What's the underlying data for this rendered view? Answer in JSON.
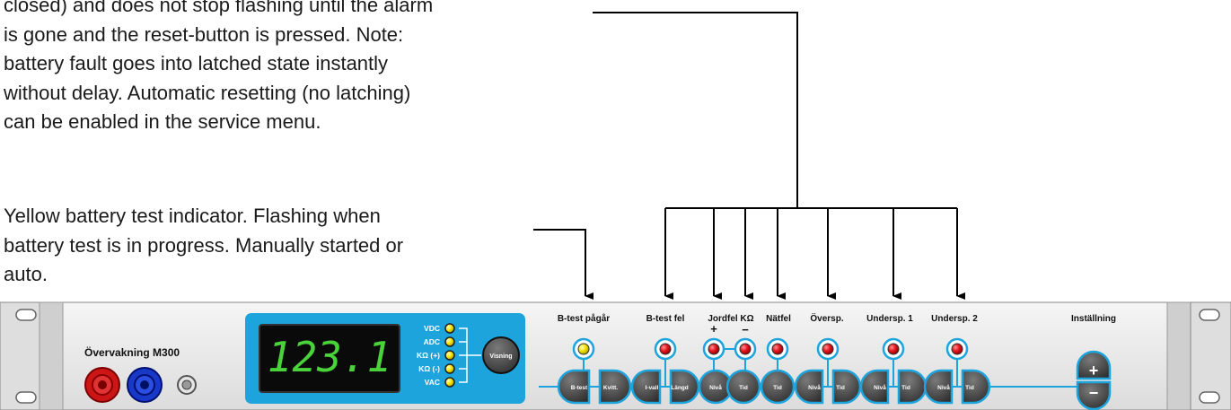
{
  "text": {
    "para1": [
      "closed) and does not stop flashing until the alarm",
      "is gone and the reset-button is pressed. Note:",
      "battery fault goes into latched state instantly",
      "without delay. Automatic resetting (no latching)",
      "can be enabled in the service menu."
    ],
    "para2": [
      "Yellow battery test indicator. Flashing when",
      "battery test is in progress. Manually started or",
      "auto."
    ]
  },
  "panel": {
    "device_name": "Övervakning M300",
    "display_value": "123.1",
    "measure_labels": [
      "VDC",
      "ADC",
      "KΩ (+)",
      "KΩ (-)",
      "VAC"
    ],
    "visning_label": "Visning",
    "group_labels": {
      "btest_pagar": "B-test pågår",
      "btest_fel": "B-test fel",
      "jordfel": "Jordfel KΩ",
      "natfel": "Nätfel",
      "oversp": "Översp.",
      "undersp1": "Undersp. 1",
      "undersp2": "Undersp. 2",
      "installning": "Inställning"
    },
    "plus_sign": "+",
    "minus_sign": "−",
    "buttons": {
      "btest": "B-test",
      "kvitt": "Kvitt.",
      "ivall": "I-vall",
      "langd": "Längd",
      "niva_jord": "Nivå",
      "tid_jord": "Tid",
      "tid_nat": "Tid",
      "niva_over": "Nivå",
      "tid_over": "Tid",
      "niva_u1": "Nivå",
      "tid_u1": "Tid",
      "niva_u2": "Nivå",
      "tid_u2": "Tid",
      "inc": "+",
      "dec": "−"
    }
  },
  "colors": {
    "led_red": "#e4141e",
    "led_yellow": "#f4e400",
    "display_bg": "#1da4dc",
    "segment": "#4ad23a",
    "button": "#4a4a4a",
    "jack_red": "#cc1515",
    "jack_blue": "#1838c8"
  }
}
